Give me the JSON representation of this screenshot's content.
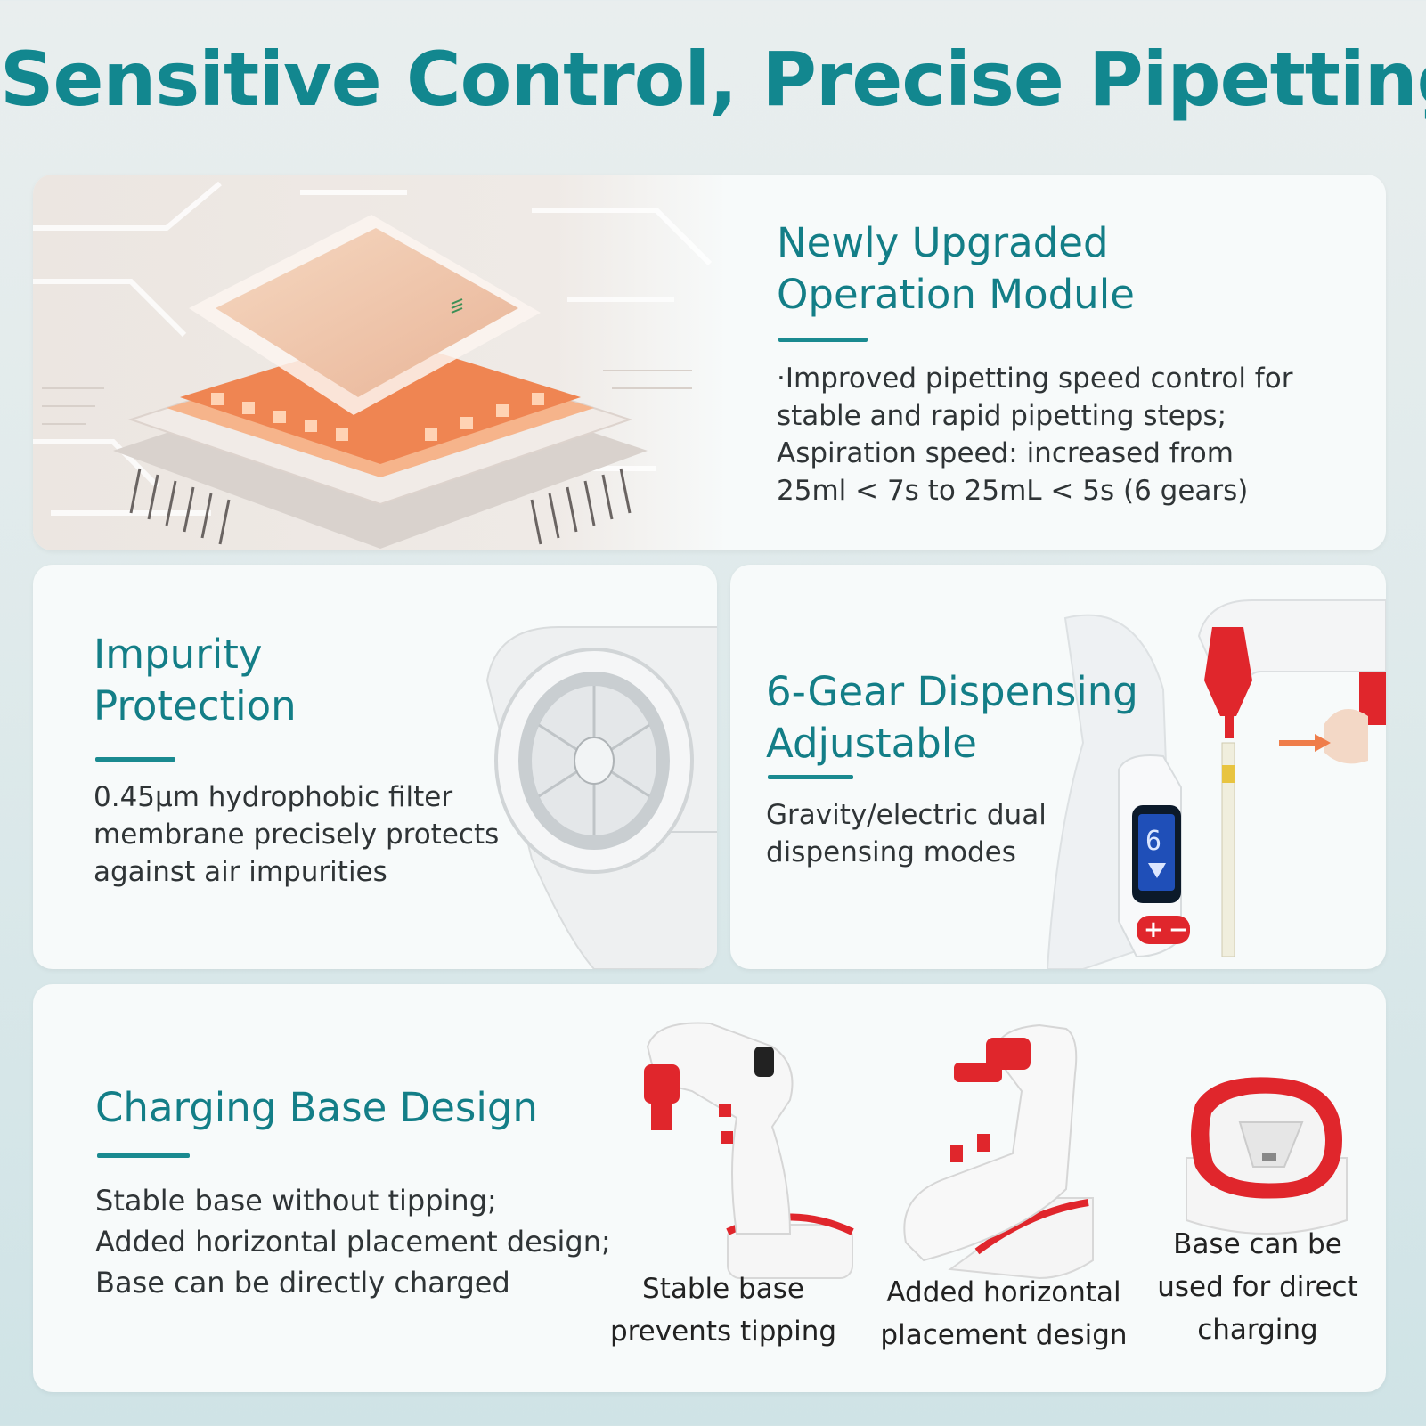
{
  "title": "Sensitive Control, Precise Pipetting",
  "module": {
    "heading": [
      "Newly Upgraded",
      "Operation Module"
    ],
    "text": [
      "·Improved pipetting speed control for",
      "stable and rapid pipetting steps;",
      "Aspiration speed: increased from",
      "25ml < 7s to 25mL < 5s (6 gears)"
    ]
  },
  "impurity": {
    "heading": [
      "Impurity",
      "Protection"
    ],
    "text": [
      "0.45μm hydrophobic filter",
      "membrane precisely protects",
      "against air impurities"
    ]
  },
  "gear": {
    "heading": [
      "6-Gear Dispensing",
      "Adjustable"
    ],
    "text": [
      "Gravity/electric dual",
      "dispensing modes"
    ],
    "display_digit": "6"
  },
  "charging": {
    "heading": "Charging Base Design",
    "text": [
      "Stable base without tipping;",
      "Added horizontal placement design;",
      "Base can be directly charged"
    ],
    "captions": [
      [
        "Stable base",
        "prevents tipping"
      ],
      [
        "Added horizontal",
        "placement design"
      ],
      [
        "Base can be",
        "used for direct",
        "charging"
      ]
    ]
  },
  "colors": {
    "accent": "#137e87",
    "product_red": "#e0262c",
    "chip_orange": "#f07a3a"
  }
}
